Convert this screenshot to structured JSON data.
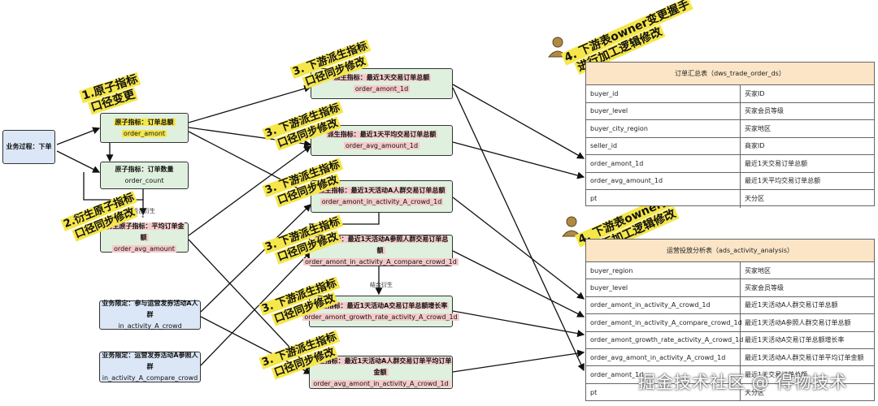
{
  "tags": {
    "atomic": [
      "1.原子指标",
      "口径变更"
    ],
    "derived_atomic": [
      "2.衍生原子指标",
      "口径同步修改"
    ],
    "downstream": [
      "3. 下游派生指标",
      "口径同步修改"
    ],
    "owner": [
      "4. 下游表owner变更握手",
      "进行加工逻辑修改"
    ]
  },
  "nodes": {
    "process": {
      "title": "业务过程：下单"
    },
    "atomic_amount": {
      "title": "原子指标：订单总额",
      "code": "order_amont"
    },
    "atomic_count": {
      "title": "原子指标：订单数量",
      "code": "order_count"
    },
    "derived_atomic": {
      "title": "衍生原子指标：平均订单金额",
      "code": "order_avg_amount"
    },
    "limit_a": {
      "title": "业务限定：参与运营发券活动A人群",
      "code": "in_activity_A_crowd"
    },
    "limit_compare": {
      "title": "业务限定：运营发券活动A参照人群",
      "code": "in_activity_A_compare_crowd"
    },
    "d1": {
      "title": "派生指标：最近1天交易订单总额",
      "code": "order_amont_1d"
    },
    "d2": {
      "title": "派生指标：最近1天平均交易订单总额",
      "code": "order_avg_amount_1d"
    },
    "d3": {
      "title": "派生指标：最近1天活动A人群交易订单总额",
      "code": "order_amont_in_activity_A_crowd_1d"
    },
    "d4": {
      "title": "派生指标：最近1天活动A参照人群交易订单总额",
      "code": "order_amont_in_activity_A_compare_crowd_1d"
    },
    "d5": {
      "title": "派生指标：最近1天活动A交易订单总额增长率",
      "code": "order_amont_growth_rate_activity_A_crowd_1d"
    },
    "d6": {
      "title": "派生指标：最近1天活动A人群交易订单平均订单金额",
      "code": "order_avg_amont_in_activity_A_crowd_1d"
    }
  },
  "labels": {
    "combine1": "组合衍生",
    "combine2": "结合衍生"
  },
  "table1": {
    "title": "订单汇总表（dws_trade_order_ds）",
    "rows": [
      [
        "buyer_id",
        "买家ID"
      ],
      [
        "buyer_level",
        "买家会员等级"
      ],
      [
        "buyer_city_region",
        "买家地区"
      ],
      [
        "seller_id",
        "商家ID"
      ],
      [
        "order_amont_1d",
        "最近1天交易订单总额"
      ],
      [
        "order_avg_amount_1d",
        "最近1天平均交易订单总额"
      ],
      [
        "pt",
        "天分区"
      ]
    ]
  },
  "table2": {
    "title": "运营投放分析表（ads_activity_analysis）",
    "rows": [
      [
        "buyer_region",
        "买家地区"
      ],
      [
        "buyer_level",
        "买家会员等级"
      ],
      [
        "order_amont_in_activity_A_crowd_1d",
        "最近1天活动A人群交易订单总额"
      ],
      [
        "order_amont_in_activity_A_compare_crowd_1d",
        "最近1天活动A参照人群交易订单总额"
      ],
      [
        "order_amont_growth_rate_activity_A_crowd_1d",
        "最近1天活动A交易订单总额增长率"
      ],
      [
        "order_avg_amont_in_activity_A_crowd_1d",
        "最近1天活动A人群交易订单平均订单金额"
      ],
      [
        "order_amont_1d",
        "最近1天交易订单总额"
      ],
      [
        "pt",
        "天分区"
      ]
    ]
  },
  "watermark": "掘金技术社区 @ 得物技术",
  "colors": {
    "highlight": "#f5e64a",
    "node_green": "#dff0df",
    "node_blue": "#dbe7f7",
    "node_pink": "#f9dede",
    "table_header": "#fbe5c6"
  }
}
